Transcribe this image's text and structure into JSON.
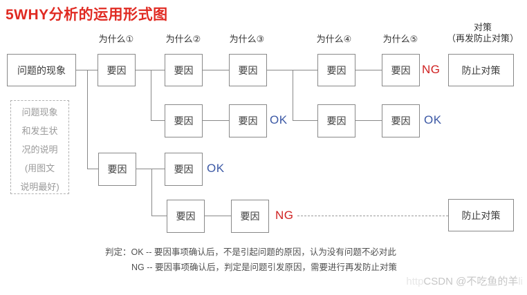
{
  "title": "5WHY分析的运用形式图",
  "diagram": {
    "columns": [
      "为什么①",
      "为什么②",
      "为什么③",
      "为什么④",
      "为什么⑤"
    ],
    "countermeasure_header": [
      "对策",
      "（再发防止对策）"
    ],
    "problem_box": "问题的现象",
    "note_lines": [
      "问题现象",
      "和发生状",
      "况的说明",
      "(用图文",
      "说明最好)"
    ],
    "cause_label": "要因",
    "countermeasure_label": "防止对策",
    "judgments": {
      "ng": "NG",
      "ok": "OK"
    }
  },
  "legend": {
    "line1": "判定：OK --  要因事项确认后，不是引起问题的原因，认为没有问题不必对此",
    "line2": "NG --  要因事项确认后，判定是问题引发原因，需要进行再发防止对策"
  },
  "watermark": {
    "prefix": "http",
    "text": "CSDN @不吃鱼的羊",
    "suffix": "li"
  },
  "colors": {
    "title": "#e02a22",
    "ng": "#cf2121",
    "ok": "#3c59a5",
    "box_border": "#888888",
    "note_text": "#9a9a9a"
  }
}
